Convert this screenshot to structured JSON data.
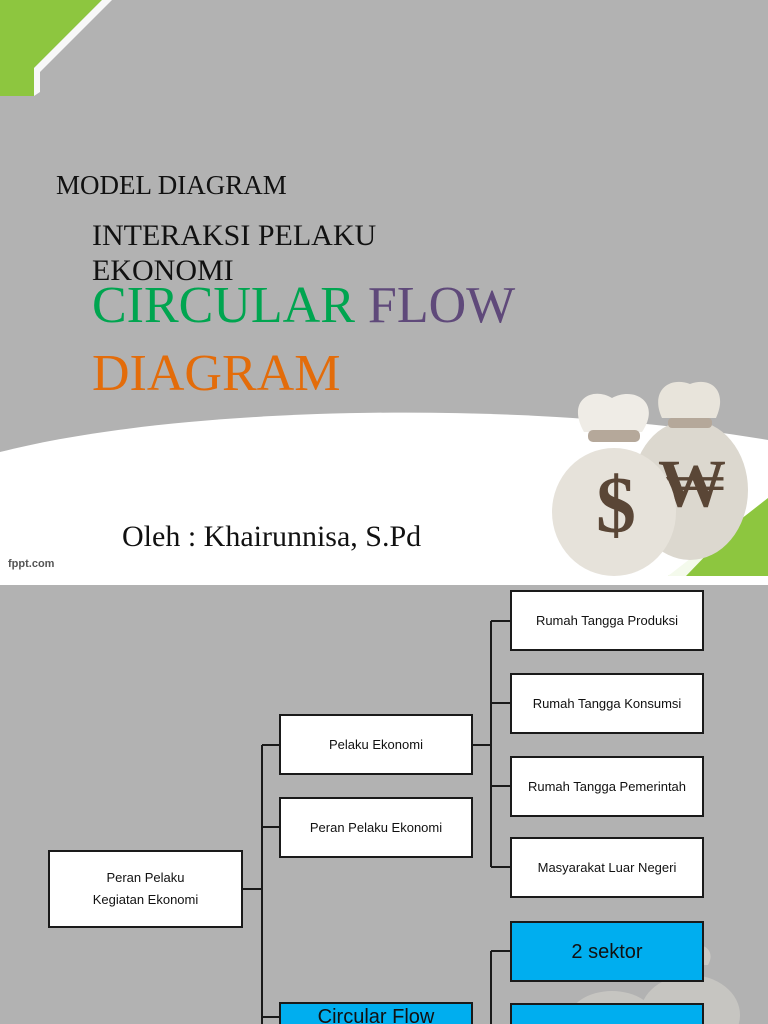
{
  "slide1": {
    "subtitle_1": "MODEL DIAGRAM",
    "subtitle_2_line1": "INTERAKSI PELAKU",
    "subtitle_2_line2": "EKONOMI",
    "title_word_1": "CIRCULAR",
    "title_word_2": "FLOW",
    "title_word_3": "DIAGRAM",
    "author": "Oleh : Khairunnisa, S.Pd",
    "watermark": "fppt.com",
    "colors": {
      "circular": "#00A550",
      "flow": "#5F497A",
      "diagram": "#E36C0A",
      "corner": "#8DC63F",
      "background": "#B2B2B2"
    },
    "illustration": "money-bags-dollar-won"
  },
  "slide2": {
    "root": {
      "line1": "Peran Pelaku",
      "line2": "Kegiatan Ekonomi"
    },
    "branch1": "Pelaku Ekonomi",
    "branch2": "Peran Pelaku Ekonomi",
    "branch3": "Circular Flow",
    "leaves": [
      "Rumah Tangga Produksi",
      "Rumah Tangga Konsumsi",
      "Rumah Tangga Pemerintah",
      "Masyarakat Luar Negeri"
    ],
    "sector": "2 sektor",
    "colors": {
      "box": "#FFFFFF",
      "highlight": "#00AEEF",
      "background": "#B2B2B2"
    }
  }
}
